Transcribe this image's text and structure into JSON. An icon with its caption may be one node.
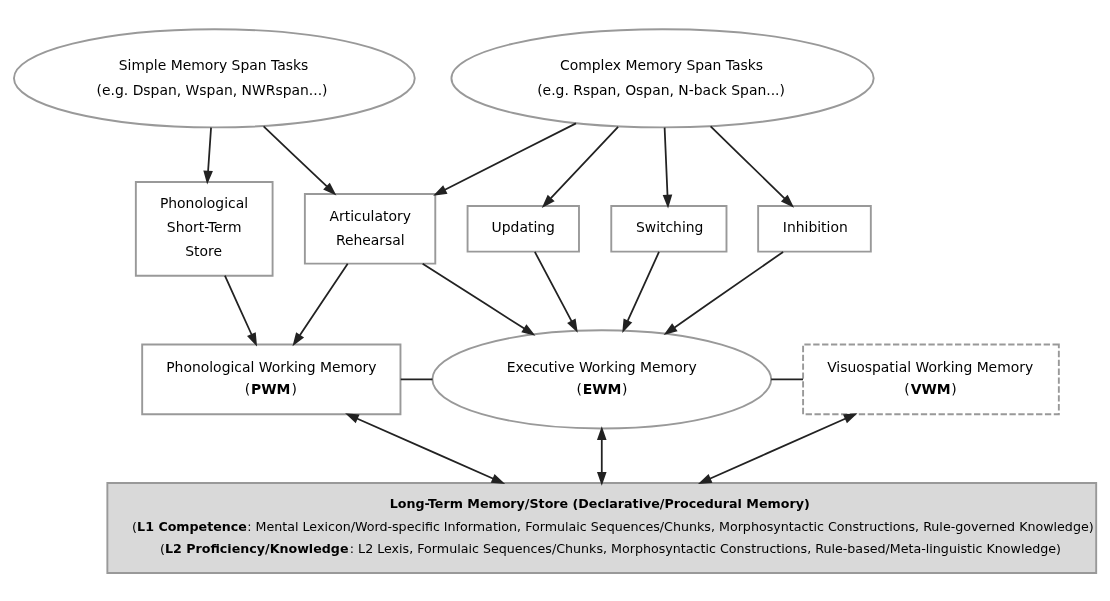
{
  "diagram": {
    "nodes": [
      {
        "text": [
          "Simple Memory Span Tasks",
          "(e.g. Dspan, Wspan, NWRspan...)"
        ]
      },
      {
        "text": [
          "Complex Memory Span Tasks",
          "(e.g. Rspan, Ospan, N-back Span...)"
        ]
      },
      {
        "text": [
          "Phonological Short-Term Store"
        ]
      },
      {
        "text": [
          "Articulatory Rehearsal"
        ]
      },
      {
        "text": [
          "Updating"
        ]
      },
      {
        "text": [
          "Switching"
        ]
      },
      {
        "text": [
          "Inhibition"
        ]
      },
      {
        "text": [
          "Phonological Working Memory",
          "(**PWM**)"
        ]
      },
      {
        "text": [
          "Executive Working Memory",
          "(**EWM**)"
        ]
      },
      {
        "text": [
          "Visuospatial Working Memory",
          "(**VWM**)"
        ]
      },
      {
        "text": [
          "Long-Term Memory/Store (Declarative/Procedural Memory)",
          "(**L1 Competence**: Mental Lexicon/Word-specific Information, Formulaic Sequences/Chunks, Morphosyntactic Constructions, Rule-governed Knowledge)",
          "(**L2 Proficiency/Knowledge**: L2 Lexis, Formulaic Sequences/Chunks, Morphosyntactic Constructions, Rule-based/Meta-linguistic Knowledge)"
        ]
      }
    ],
    "edges": [
      {
        "from": 0,
        "to": 2,
        "arrow": "to"
      },
      {
        "from": 0,
        "to": 3,
        "arrow": "to"
      },
      {
        "from": 1,
        "to": 3,
        "arrow": "to"
      },
      {
        "from": 1,
        "to": 4,
        "arrow": "to"
      },
      {
        "from": 1,
        "to": 5,
        "arrow": "to"
      },
      {
        "from": 1,
        "to": 6,
        "arrow": "to"
      },
      {
        "from": 2,
        "to": 7,
        "arrow": "to"
      },
      {
        "from": 3,
        "to": 7,
        "arrow": "to"
      },
      {
        "from": 3,
        "to": 8,
        "arrow": "to"
      },
      {
        "from": 4,
        "to": 8,
        "arrow": "to"
      },
      {
        "from": 5,
        "to": 8,
        "arrow": "to"
      },
      {
        "from": 6,
        "to": 8,
        "arrow": "to"
      },
      {
        "from": 7,
        "to": 8,
        "arrow": "none"
      },
      {
        "from": 8,
        "to": 9,
        "arrow": "none"
      },
      {
        "from": 7,
        "to": 10,
        "arrow": "both"
      },
      {
        "from": 8,
        "to": 10,
        "arrow": "both"
      },
      {
        "from": 9,
        "to": 10,
        "arrow": "both"
      }
    ]
  }
}
